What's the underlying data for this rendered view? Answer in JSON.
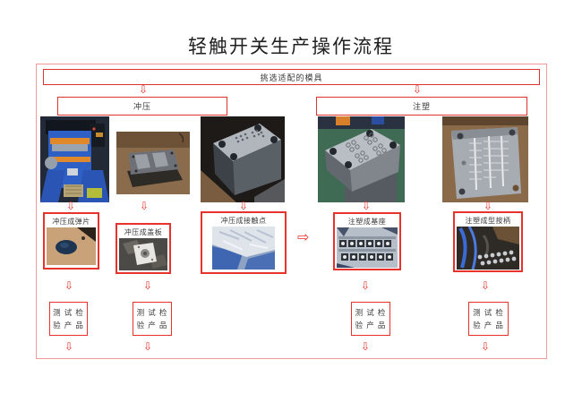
{
  "title": "轻触开关生产操作流程",
  "flow": {
    "root_label": "挑选适配的模具",
    "branch_left_label": "冲压",
    "branch_right_label": "注塑"
  },
  "products": [
    {
      "label": "冲压成弹片"
    },
    {
      "label": "冲压成盖板"
    },
    {
      "label": "冲压成接触点"
    },
    {
      "label": "注塑成基座"
    },
    {
      "label": "注塑成型按柄"
    }
  ],
  "test_box": {
    "line1": "测 试 检",
    "line2": "验 产 品"
  },
  "icons": {
    "down_arrow": "⇩",
    "right_arrow": "⇨"
  },
  "photos": {
    "left_1": "stamping-press-machine",
    "left_2": "stamping-die-on-bench",
    "left_3": "stamping-mold-block",
    "right_1": "injection-mold-cavity-plate",
    "right_2": "injection-mold-runner-plate"
  },
  "colors": {
    "box_border_red": "#e8322c",
    "outer_border_pink": "#f29a9a",
    "title_text": "#1f1f1f",
    "label_text": "#3a3a3a",
    "background": "#ffffff"
  }
}
